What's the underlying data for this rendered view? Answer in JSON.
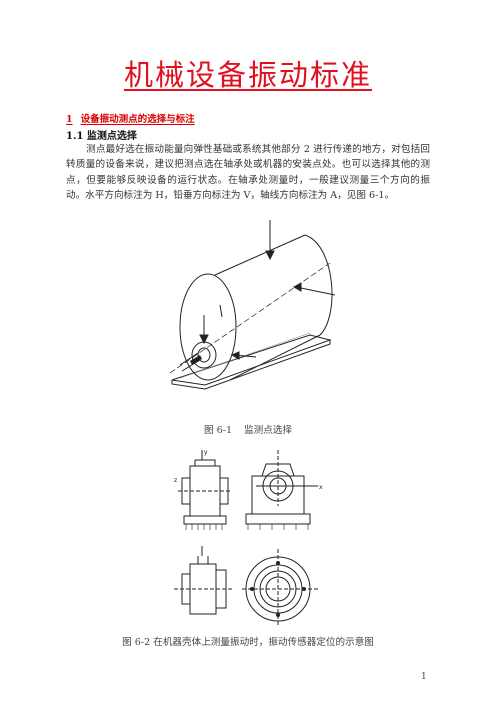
{
  "title": "机械设备振动标准",
  "section1": {
    "number": "1",
    "heading": "设备振动测点的选择与标注"
  },
  "section1_1": {
    "heading": "1.1 监测点选择"
  },
  "paragraph": "测点最好选在振动能量向弹性基础或系统其他部分 2 进行传递的地方，对包括回转质量的设备来说，建议把测点选在轴承处或机器的安装点处。也可以选择其他的测点，但要能够反映设备的运行状态。在轴承处测量时，一般建议测量三个方向的振动。水平方向标注为 H，铅垂方向标注为 V，轴线方向标注为 A，见图 6-1。",
  "figure1": {
    "label": "图 6-1",
    "caption": "监测点选择"
  },
  "figure2": {
    "caption": "图 6-2 在机器壳体上测量振动时，振动传感器定位的示意图",
    "axis_labels": {
      "y": "y",
      "z": "z",
      "x": "x"
    }
  },
  "page_number": "1"
}
